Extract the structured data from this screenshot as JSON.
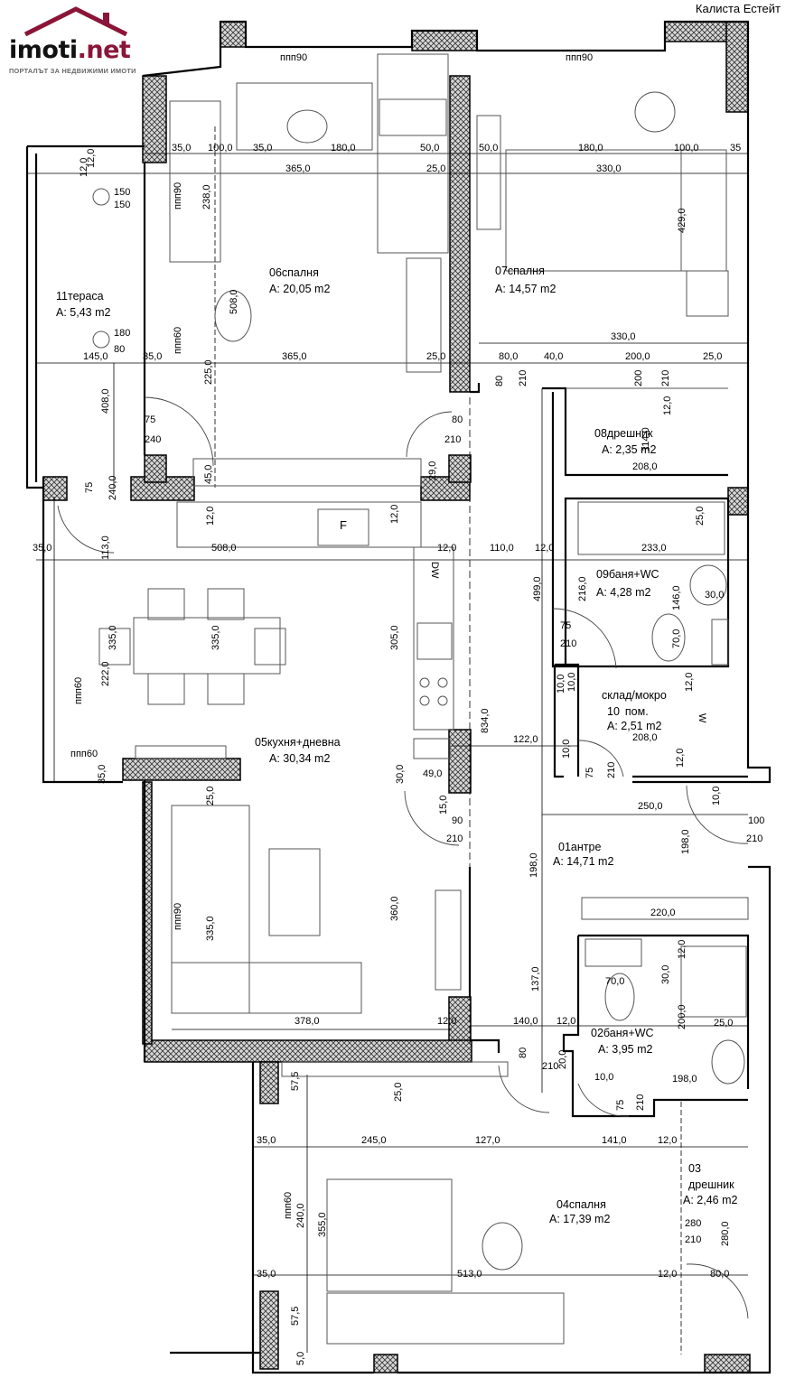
{
  "logo": {
    "brand": "imoti",
    "brand_suffix": ".net",
    "tagline": "ПОРТАЛЪТ ЗА НЕДВИЖИМИ ИМОТИ"
  },
  "company": "Калиста Естейт",
  "colors": {
    "wall_fill": "#cfcfcf",
    "line": "#111111",
    "logo_accent": "#8b1538"
  },
  "rooms": {
    "r01": {
      "num": "01",
      "name": "антре",
      "area": "A: 14,71 m2"
    },
    "r02": {
      "num": "02",
      "name": "баня+WC",
      "area": "A: 3,95 m2"
    },
    "r03": {
      "num": "03",
      "name": "дрешник",
      "area": "A: 2,46 m2"
    },
    "r04": {
      "num": "04",
      "name": "спалня",
      "area": "A: 17,39 m2"
    },
    "r05": {
      "num": "05",
      "name": "кухня+дневна",
      "area": "A: 30,34 m2"
    },
    "r06": {
      "num": "06",
      "name": "спалня",
      "area": "A: 20,05 m2"
    },
    "r07": {
      "num": "07",
      "name": "спалня",
      "area": "A: 14,57 m2"
    },
    "r08": {
      "num": "08",
      "name": "дрешник",
      "area": "A: 2,35 m2"
    },
    "r09": {
      "num": "09",
      "name": "баня+WC",
      "area": "A: 4,28 m2"
    },
    "r10": {
      "num": "10",
      "name": "склад/мокро",
      "name2": "пом.",
      "area": "A: 2,51 m2"
    },
    "r11": {
      "num": "11",
      "name": "тераса",
      "area": "A: 5,43 m2"
    }
  },
  "labels": {
    "ppp90": "ппп90",
    "ppp60": "ппп60",
    "dw": "DW",
    "f": "F",
    "w": "W",
    "dims": [
      "35,0",
      "100,0",
      "35,0",
      "180,0",
      "50,0",
      "50,0",
      "180,0",
      "100,0",
      "35",
      "365,0",
      "25,0",
      "330,0",
      "238,0",
      "429,0",
      "12,0",
      "508,0",
      "330,0",
      "145,0",
      "35,0",
      "365,0",
      "25,0",
      "80,0",
      "40,0",
      "200,0",
      "25,0",
      "225,0",
      "408,0",
      "75",
      "240",
      "80",
      "210",
      "200",
      "210",
      "12,0",
      "114,0",
      "208,0",
      "80",
      "210",
      "75",
      "240,0",
      "45,0",
      "29,0",
      "12,0",
      "12,0",
      "25,0",
      "35,0",
      "508,0",
      "12,0",
      "110,0",
      "12,0",
      "233,0",
      "113,0",
      "499,0",
      "216,0",
      "146,0",
      "30,0",
      "335,0",
      "335,0",
      "305,0",
      "75",
      "210",
      "70,0",
      "222,0",
      "10,0",
      "12,0",
      "122,0",
      "208,0",
      "834,0",
      "35,0",
      "30,0",
      "49,0",
      "10,0",
      "75",
      "210",
      "12,0",
      "25,0",
      "15,0",
      "90",
      "210",
      "250,0",
      "10,0",
      "198,0",
      "100",
      "210",
      "198,0",
      "335,0",
      "360,0",
      "220,0",
      "70,0",
      "30,0",
      "12,0",
      "137,0",
      "200,0",
      "378,0",
      "12,0",
      "140,0",
      "12,0",
      "25,0",
      "80",
      "210",
      "20,0",
      "10,0",
      "198,0",
      "75",
      "210",
      "57,5",
      "25,0",
      "35,0",
      "245,0",
      "127,0",
      "141,0",
      "12,0",
      "240,0",
      "355,0",
      "280",
      "210",
      "280,0",
      "35,0",
      "513,0",
      "12,0",
      "80,0",
      "57,5",
      "5,0",
      "150",
      "180",
      "80",
      "150",
      "12,0",
      "10,0"
    ]
  }
}
